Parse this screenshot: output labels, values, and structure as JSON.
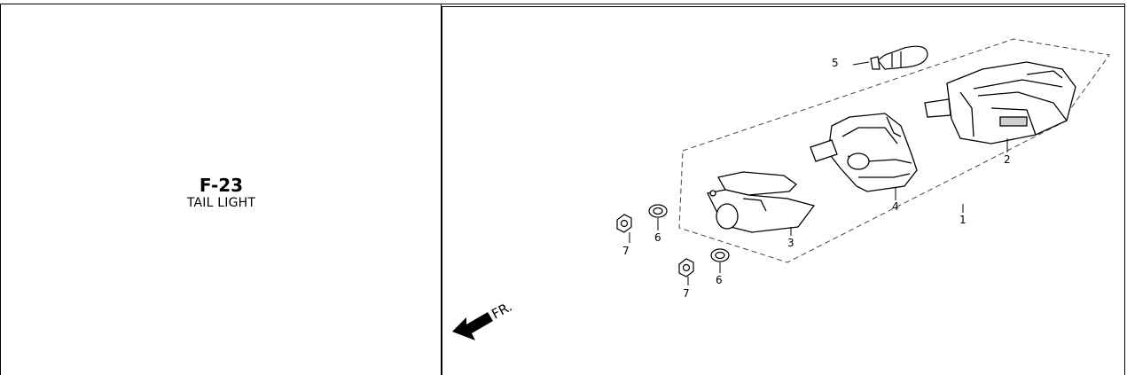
{
  "figure": {
    "code": "F-23",
    "title": "TAIL LIGHT"
  },
  "parts": {
    "p1": "1",
    "p2": "2",
    "p3": "3",
    "p4": "4",
    "p5": "5",
    "p6a": "6",
    "p6b": "6",
    "p7a": "7",
    "p7b": "7"
  },
  "direction": {
    "label": "FR.",
    "icon": "front-arrow-icon"
  }
}
